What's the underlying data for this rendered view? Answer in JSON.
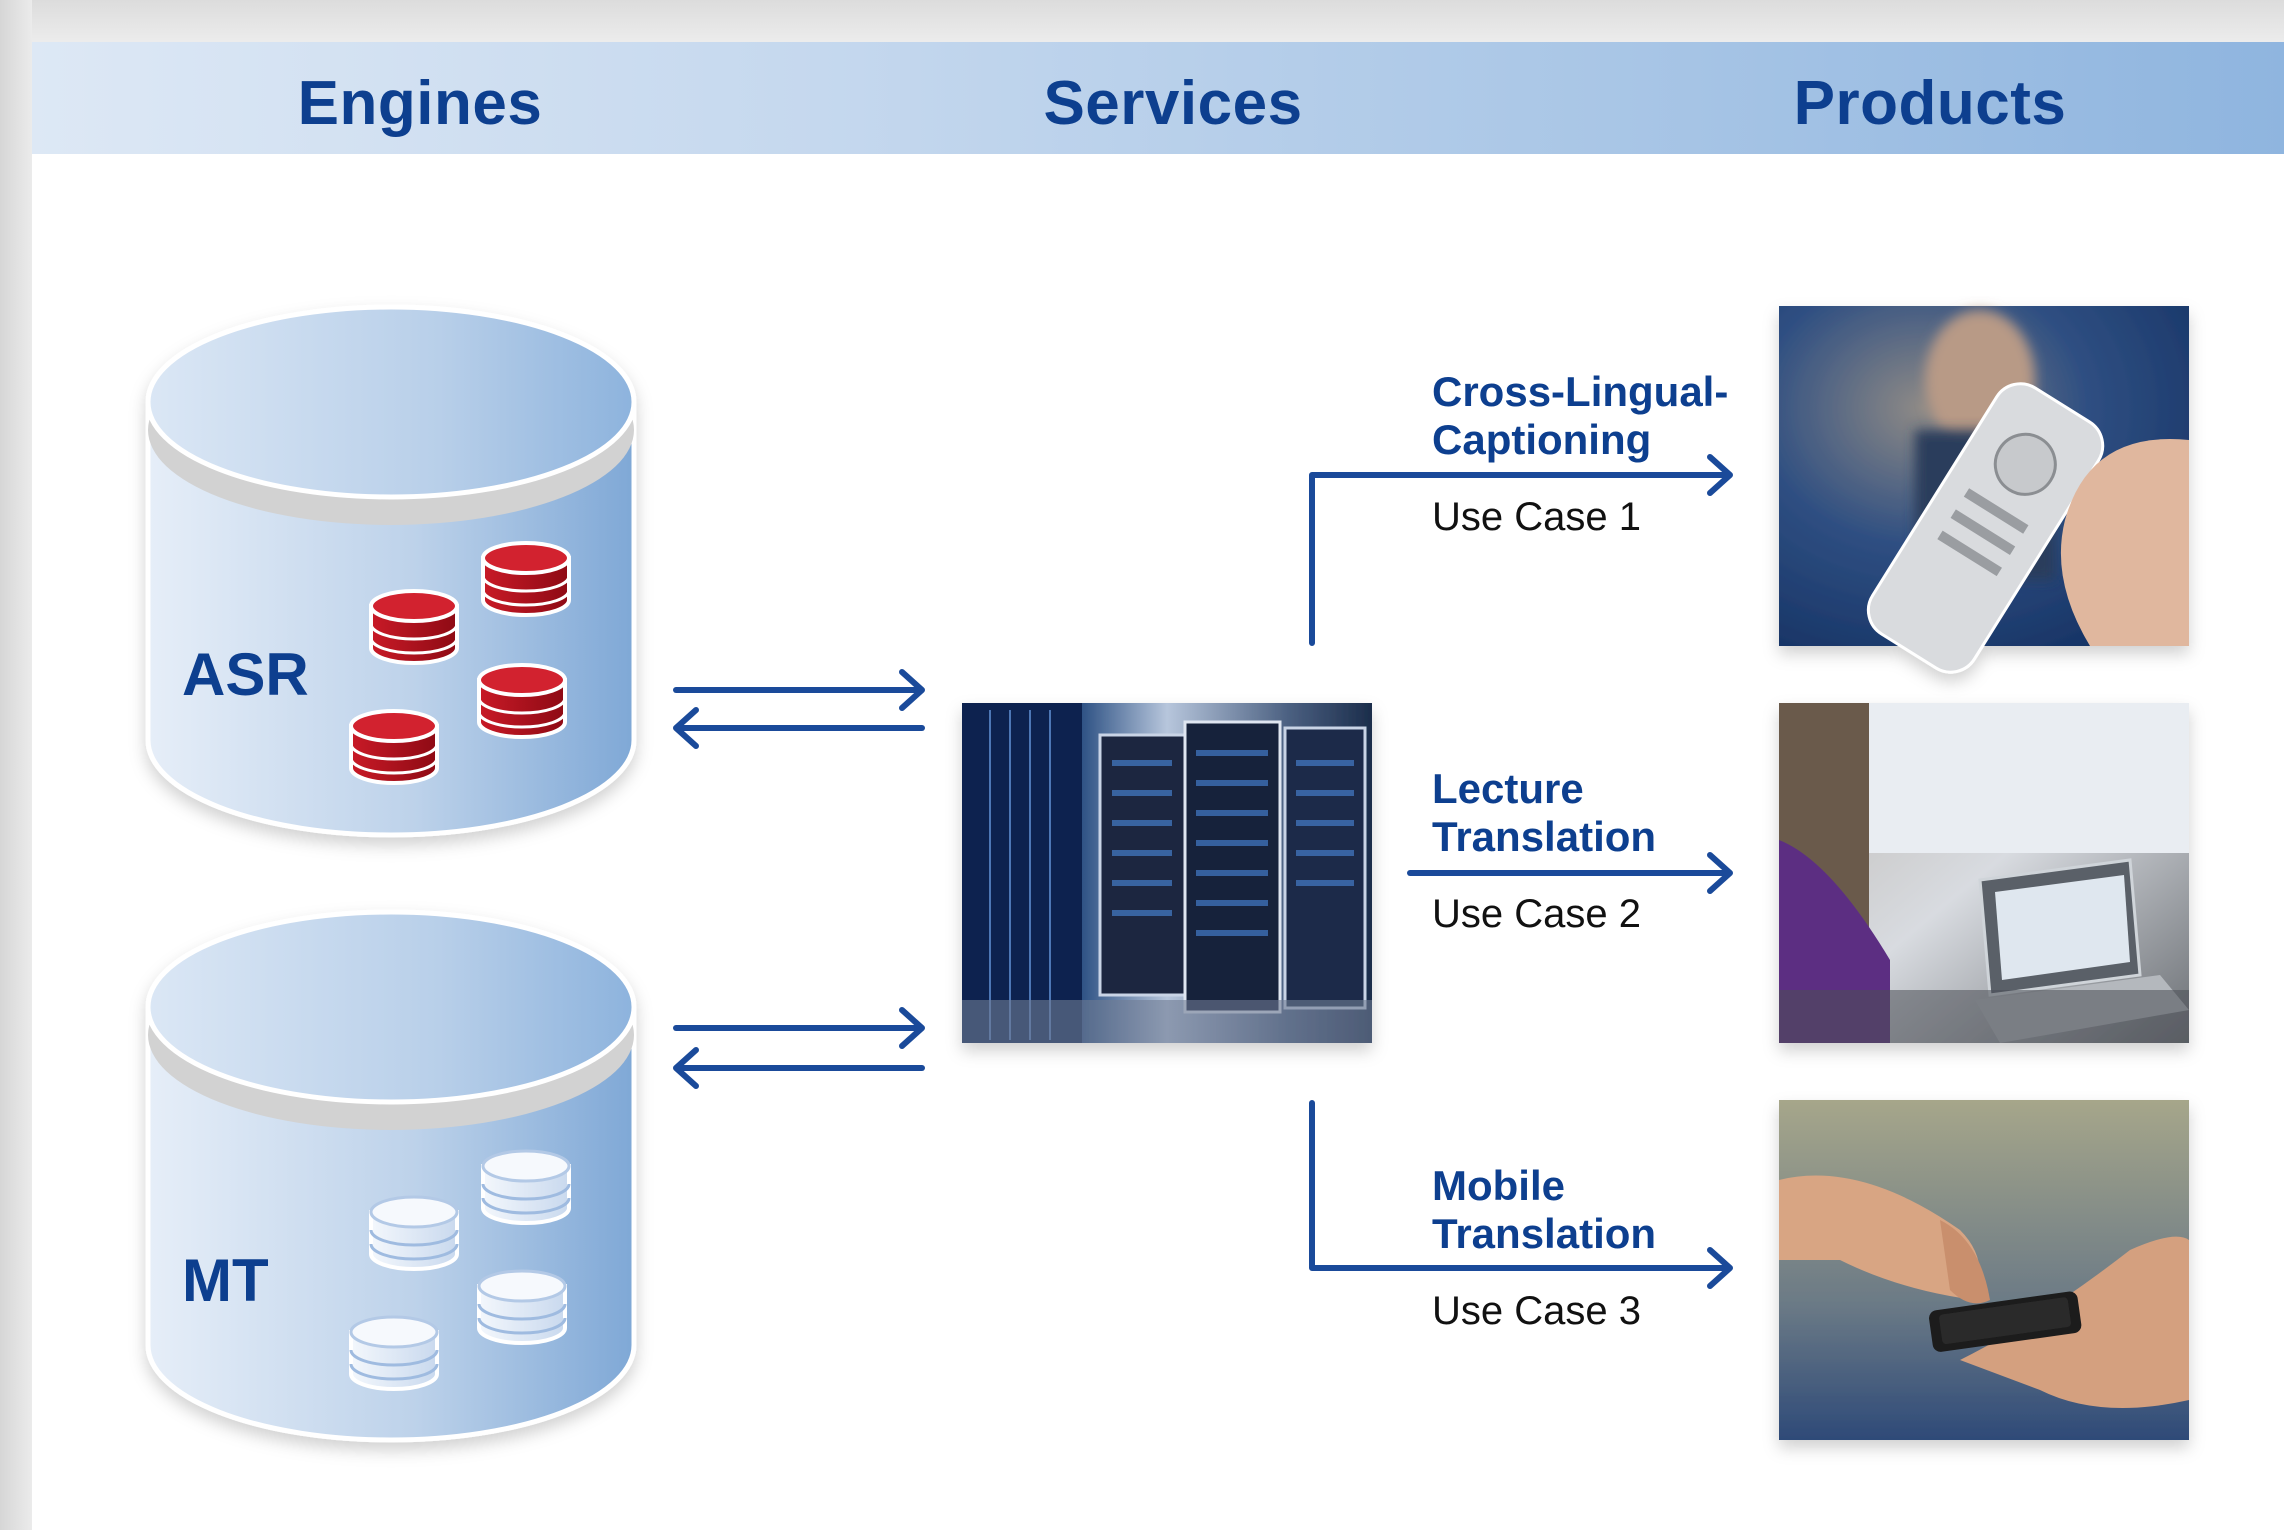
{
  "columns": {
    "engines": "Engines",
    "services": "Services",
    "products": "Products"
  },
  "engines": {
    "asr": "ASR",
    "mt": "MT"
  },
  "use_cases": [
    {
      "title_line1": "Cross-Lingual-",
      "title_line2": "Captioning",
      "subtitle": "Use Case 1",
      "photo": "remote-control-tv-photo"
    },
    {
      "title_line1": "Lecture",
      "title_line2": "Translation",
      "subtitle": "Use Case 2",
      "photo": "lecture-laptop-photo"
    },
    {
      "title_line1": "Mobile",
      "title_line2": "Translation",
      "subtitle": "Use Case 3",
      "photo": "smartphone-hands-photo"
    }
  ],
  "colors": {
    "title_blue": "#0d3f8f",
    "arrow_blue": "#1a4a9a",
    "asr_db_red": "#b5101e",
    "mt_db_light": "#e6eef8"
  }
}
